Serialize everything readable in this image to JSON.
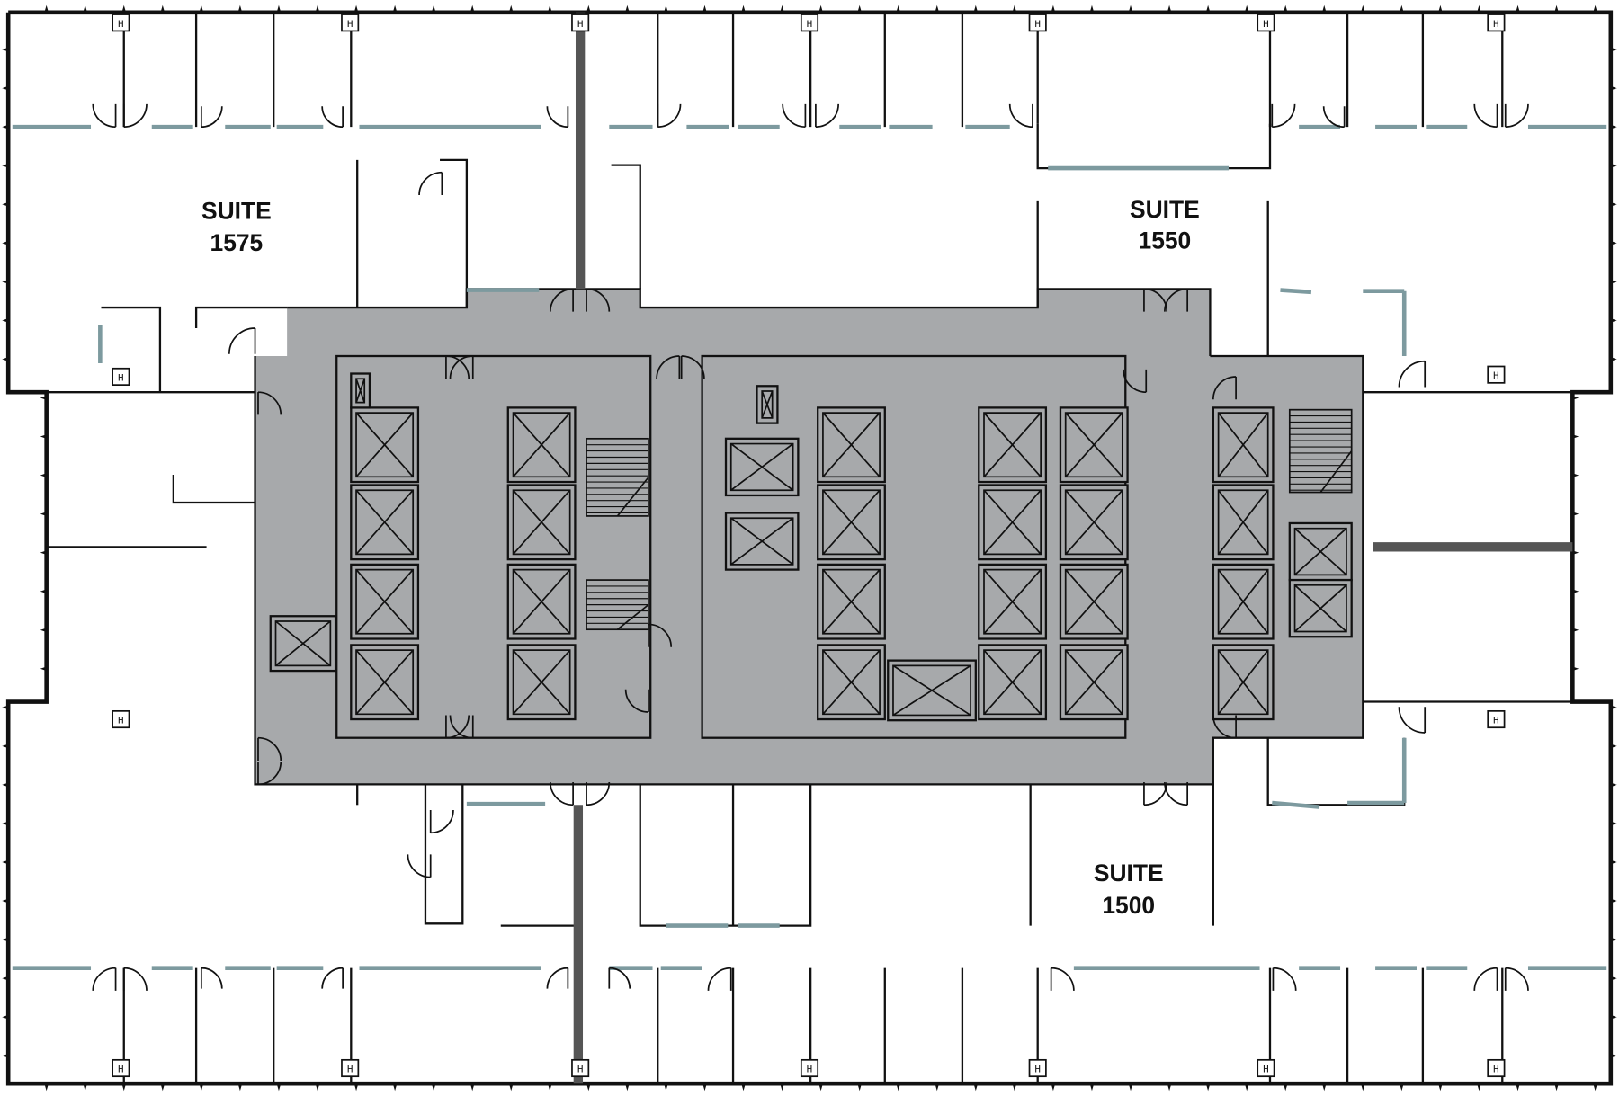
{
  "plan": {
    "suites": [
      {
        "id": "1575",
        "line1": "SUITE",
        "line2": "1575"
      },
      {
        "id": "1550",
        "line1": "SUITE",
        "line2": "1550"
      },
      {
        "id": "1500",
        "line1": "SUITE",
        "line2": "1500"
      }
    ],
    "column_marker_text": "H"
  },
  "colors": {
    "core": "#a7a9ab",
    "window": "#7d9a9f",
    "demising_wall": "#555555",
    "wall": "#111111"
  }
}
